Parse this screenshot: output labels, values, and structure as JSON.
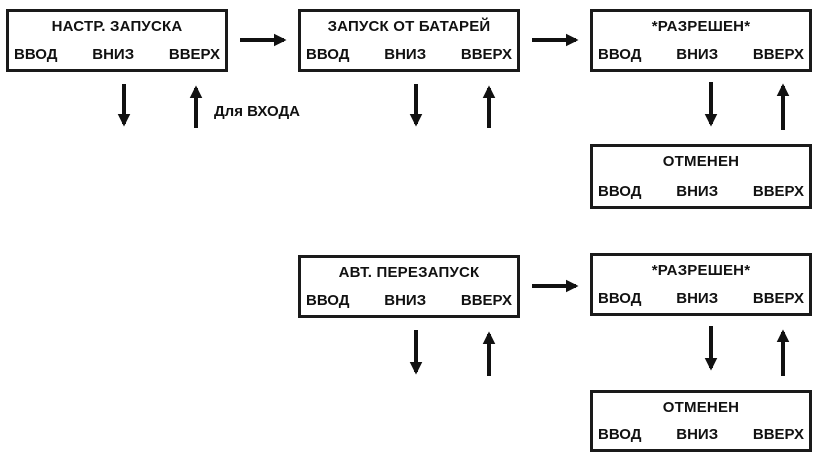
{
  "boxes": {
    "startup_setup": {
      "title": "НАСТР. ЗАПУСКА",
      "enter": "ВВОД",
      "down": "ВНИЗ",
      "up": "ВВЕРХ"
    },
    "battery_start": {
      "title": "ЗАПУСК ОТ БАТАРЕЙ",
      "enter": "ВВОД",
      "down": "ВНИЗ",
      "up": "ВВЕРХ"
    },
    "battery_enabled": {
      "title": "*РАЗРЕШЕН*",
      "enter": "ВВОД",
      "down": "ВНИЗ",
      "up": "ВВЕРХ"
    },
    "battery_disabled": {
      "title": "ОТМЕНЕН",
      "enter": "ВВОД",
      "down": "ВНИЗ",
      "up": "ВВЕРХ"
    },
    "auto_restart": {
      "title": "АВТ. ПЕРЕЗАПУСК",
      "enter": "ВВОД",
      "down": "ВНИЗ",
      "up": "ВВЕРХ"
    },
    "restart_enabled": {
      "title": "*РАЗРЕШЕН*",
      "enter": "ВВОД",
      "down": "ВНИЗ",
      "up": "ВВЕРХ"
    },
    "restart_disabled": {
      "title": "ОТМЕНЕН",
      "enter": "ВВОД",
      "down": "ВНИЗ",
      "up": "ВВЕРХ"
    }
  },
  "labels": {
    "for_entry": "Для ВХОДА"
  }
}
